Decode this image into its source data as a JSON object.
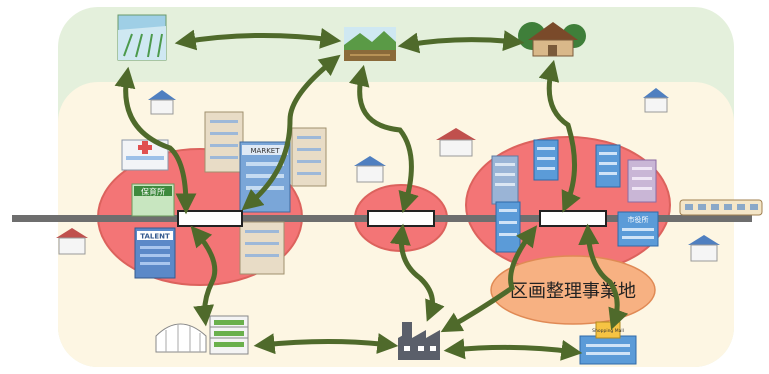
{
  "labels": {
    "market_sign": "MARKET",
    "nursery_sign": "保育所",
    "talent_sign": "TALENT",
    "city_hall_sign": "市役所",
    "mall_sign": "Shopping Mall",
    "readjustment_zone": "区画整理事業地"
  },
  "colors": {
    "outer_band": "#e4f0dc",
    "urban_band": "#fdf6e3",
    "zone_fill": "#f2686b",
    "zone_stroke": "#d9534f",
    "readjustment_fill": "#f7b182",
    "rail": "#6e6e6e",
    "arrow": "#4f6a2b",
    "station_fill": "#ffffff"
  },
  "icons": [
    "rice-field-icon",
    "farm-field-icon",
    "farm-house-icon",
    "factory-icon",
    "greenhouse-icon",
    "vertical-farm-icon",
    "shopping-mall-icon",
    "train-icon",
    "house-icon",
    "apartment-icon",
    "office-building-icon"
  ]
}
